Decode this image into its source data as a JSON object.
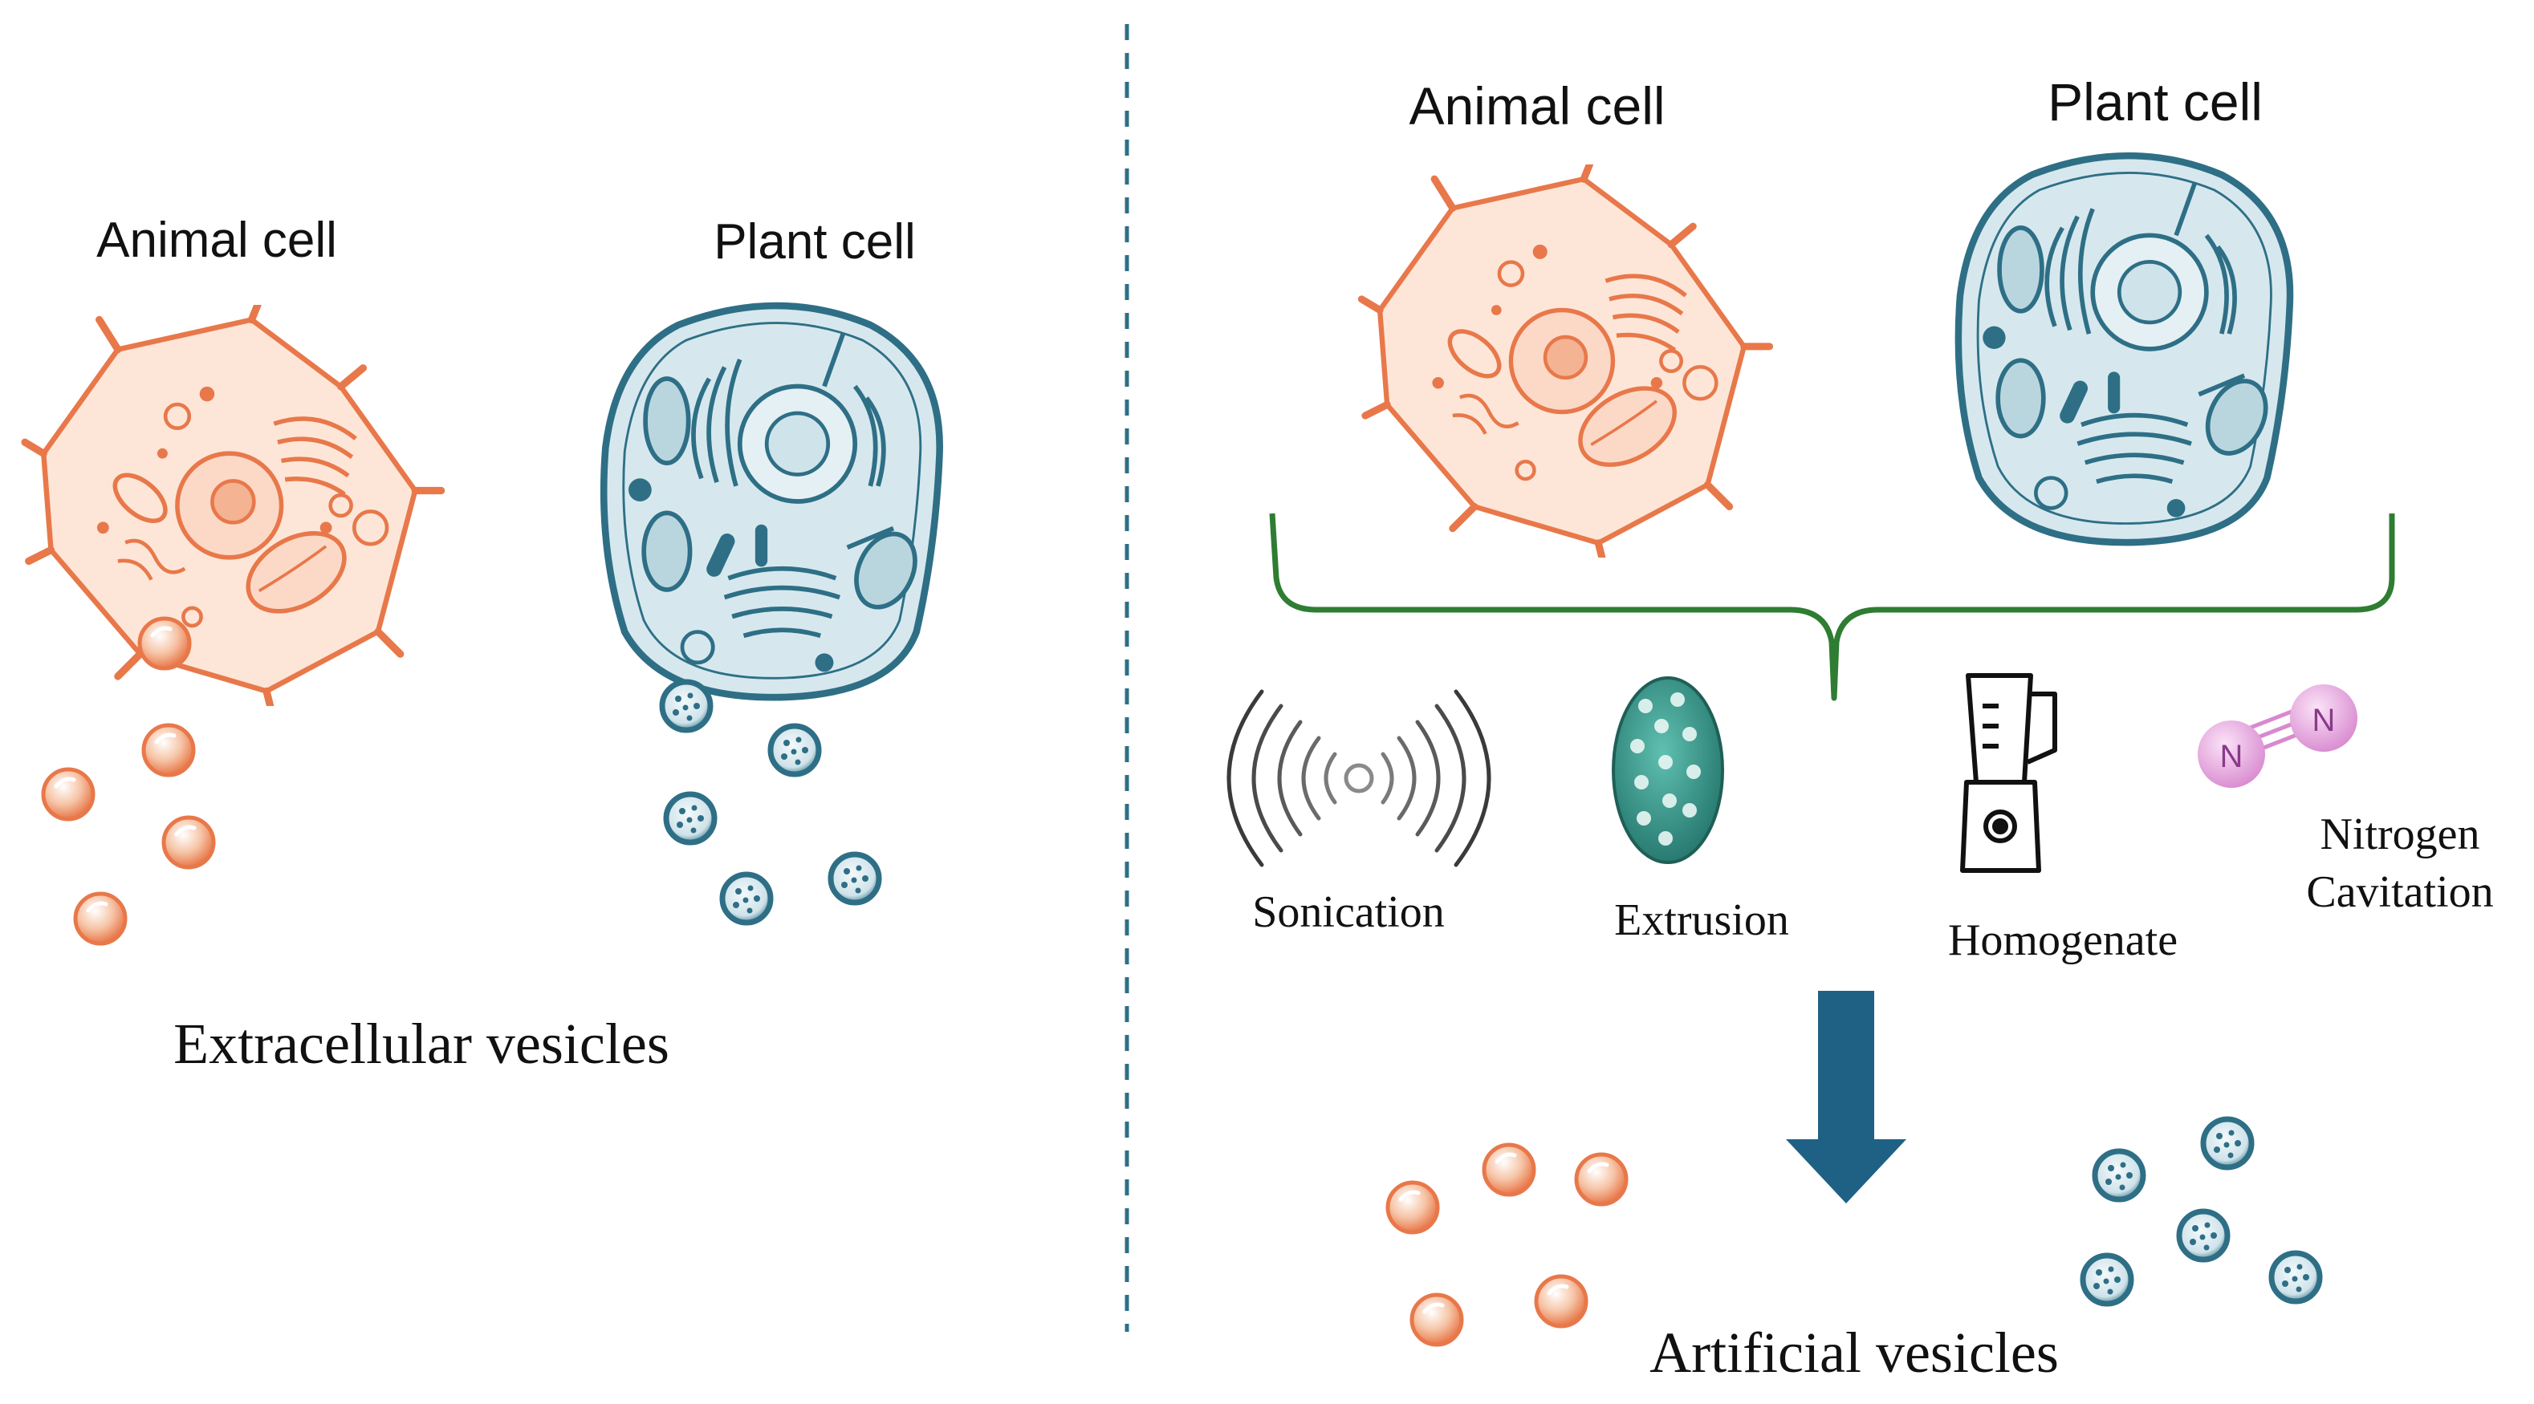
{
  "left_panel": {
    "animal_label": "Animal cell",
    "plant_label": "Plant cell",
    "caption": "Extracellular vesicles"
  },
  "right_panel": {
    "animal_label": "Animal cell",
    "plant_label": "Plant cell",
    "methods": [
      {
        "label": "Sonication",
        "icon": "sonication-waves-icon"
      },
      {
        "label": "Extrusion",
        "icon": "extrusion-membrane-icon"
      },
      {
        "label": "Homogenate",
        "icon": "blender-icon"
      },
      {
        "label_line1": "Nitrogen",
        "label_line2": "Cavitation",
        "icon": "nitrogen-molecule-icon"
      }
    ],
    "caption": "Artificial vesicles"
  },
  "colors": {
    "animal": "#e8784a",
    "animal_fill": "#fde6d8",
    "plant": "#2e6f86",
    "plant_fill": "#d6e8ee",
    "divider": "#2e6f86",
    "brace": "#2e7d32",
    "arrow": "#1f6185",
    "nitrogen": "#e3a6dc",
    "extrusion": "#2f9486"
  }
}
